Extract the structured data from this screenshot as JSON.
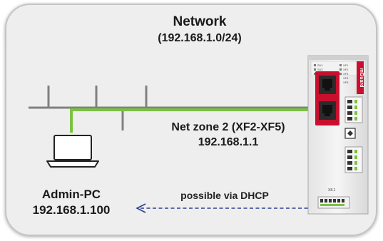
{
  "network": {
    "title": "Network",
    "subnet": "(192.168.1.0/24)"
  },
  "device": {
    "zone_label": "Net zone 2 (XF2-XF5)",
    "ip": "192.168.1.1",
    "brand_text": "mGuard",
    "port_label": "X8.1",
    "led_labels": [
      "SV1",
      "SV2",
      "FAIL",
      "XF1",
      "XF2",
      "XF3",
      "XF4",
      "XF5"
    ]
  },
  "admin_pc": {
    "name": "Admin-PC",
    "ip": "192.168.1.100"
  },
  "connection": {
    "label": "possible via DHCP"
  },
  "colors": {
    "panel_fill": "#eeeeee",
    "panel_stroke": "#c4c4c4",
    "network_bus": "#808080",
    "link_green": "#7cc242",
    "device_red": "#c8102e",
    "dashed_arrow": "#2a3f8f"
  }
}
